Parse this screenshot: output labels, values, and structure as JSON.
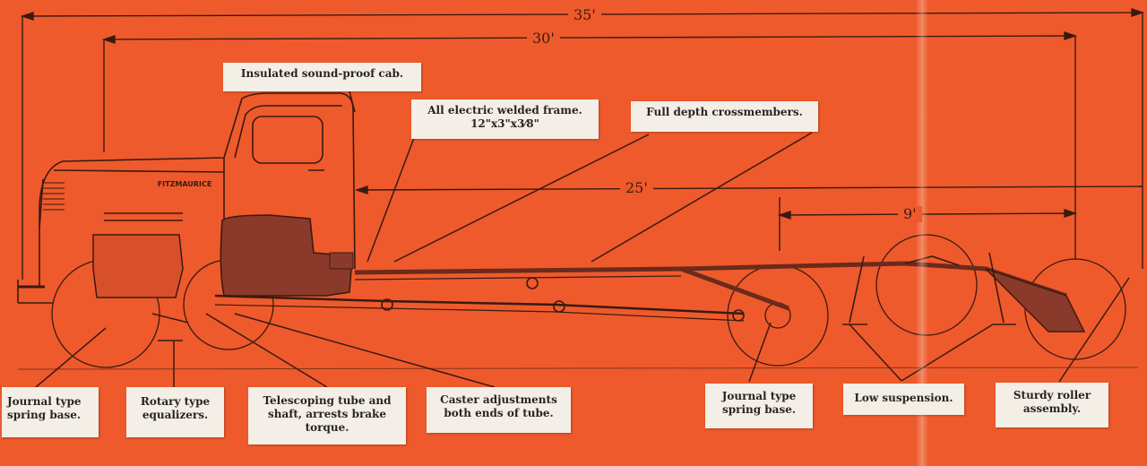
{
  "dimensions": {
    "overall": "35'",
    "wheelbase_rear": "30'",
    "cab_to_end": "25'",
    "tandem": "9'"
  },
  "emblem": "FITZMAURICE",
  "callouts": {
    "cab": [
      "Insulated sound-proof cab."
    ],
    "frame": [
      "All electric welded frame.",
      "12\"x3\"x3⁄8\""
    ],
    "crossmembers": [
      "Full depth crossmembers."
    ],
    "journal_front": [
      "Journal type",
      "spring base."
    ],
    "equalizers": [
      "Rotary type",
      "equalizers."
    ],
    "telescoping": [
      "Telescoping tube and",
      "shaft, arrests brake",
      "torque."
    ],
    "caster": [
      "Caster adjustments",
      "both ends of tube."
    ],
    "journal_rear": [
      "Journal type",
      "spring base."
    ],
    "suspension": [
      "Low suspension."
    ],
    "roller": [
      "Sturdy roller",
      "assembly."
    ]
  },
  "colors": {
    "background": "#ee5a2c",
    "line": "#3a1a10",
    "label_bg": "#f3eee6",
    "mechanism": "#8a3a2a"
  }
}
